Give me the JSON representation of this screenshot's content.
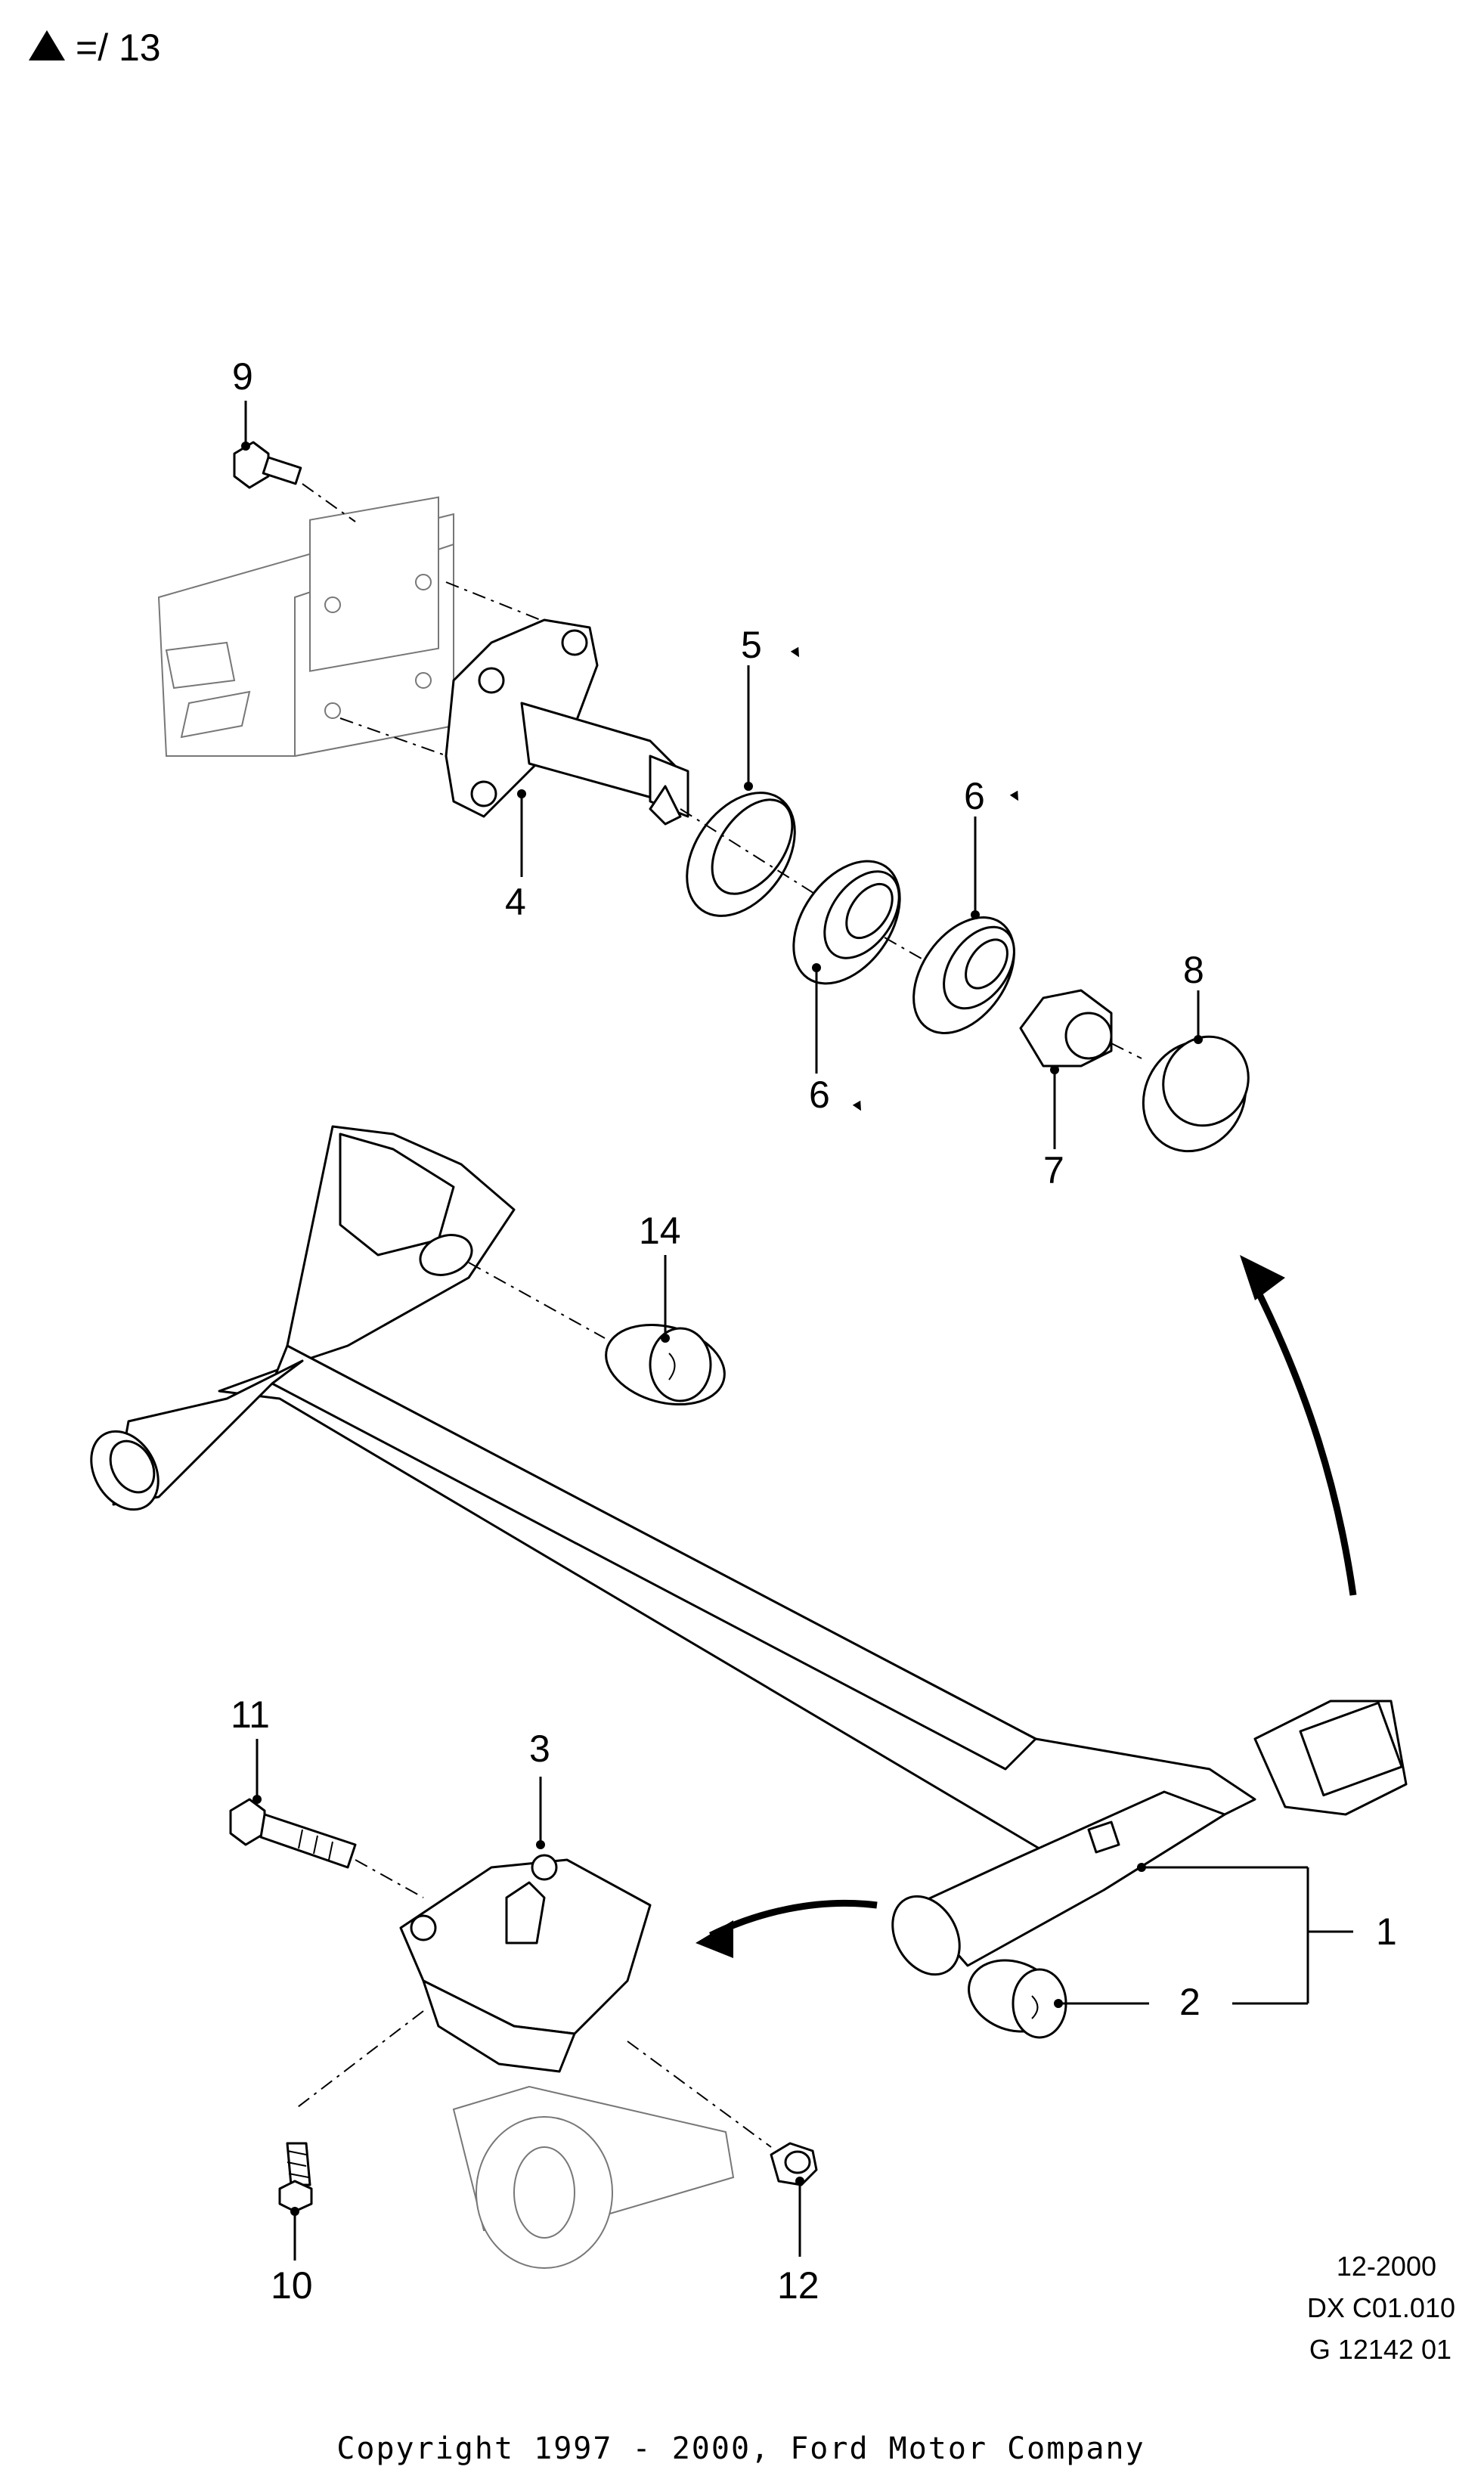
{
  "legend": {
    "symbol": "▲",
    "text": "=/ 13"
  },
  "callouts": {
    "c1": "1",
    "c2": "2",
    "c3": "3",
    "c4": "4",
    "c5": "5",
    "c6a": "6",
    "c6b": "6",
    "c7": "7",
    "c8": "8",
    "c9": "9",
    "c10": "10",
    "c11": "11",
    "c12": "12",
    "c14": "14"
  },
  "meta": {
    "date": "12-2000",
    "code": "DX C01.010",
    "graphic_id": "G 12142 01"
  },
  "copyright": "Copyright 1997 - 2000, Ford Motor Company"
}
